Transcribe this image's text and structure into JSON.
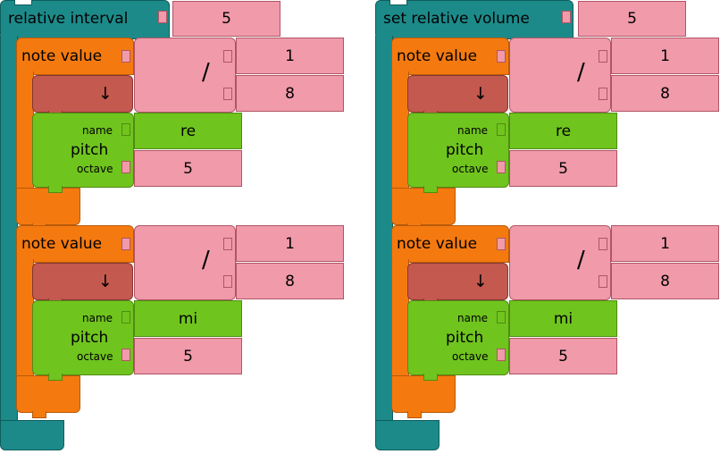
{
  "stacks": [
    {
      "header": "relative interval",
      "value": "5",
      "notes": [
        {
          "label": "note value",
          "op": "/",
          "numerator": "1",
          "denominator": "8",
          "arrow": "↓",
          "pitch": {
            "label": "pitch",
            "name_label": "name",
            "octave_label": "octave",
            "name": "re",
            "octave": "5"
          }
        },
        {
          "label": "note value",
          "op": "/",
          "numerator": "1",
          "denominator": "8",
          "arrow": "↓",
          "pitch": {
            "label": "pitch",
            "name_label": "name",
            "octave_label": "octave",
            "name": "mi",
            "octave": "5"
          }
        }
      ]
    },
    {
      "header": "set relative volume",
      "value": "5",
      "notes": [
        {
          "label": "note value",
          "op": "/",
          "numerator": "1",
          "denominator": "8",
          "arrow": "↓",
          "pitch": {
            "label": "pitch",
            "name_label": "name",
            "octave_label": "octave",
            "name": "re",
            "octave": "5"
          }
        },
        {
          "label": "note value",
          "op": "/",
          "numerator": "1",
          "denominator": "8",
          "arrow": "↓",
          "pitch": {
            "label": "pitch",
            "name_label": "name",
            "octave_label": "octave",
            "name": "mi",
            "octave": "5"
          }
        }
      ]
    }
  ]
}
